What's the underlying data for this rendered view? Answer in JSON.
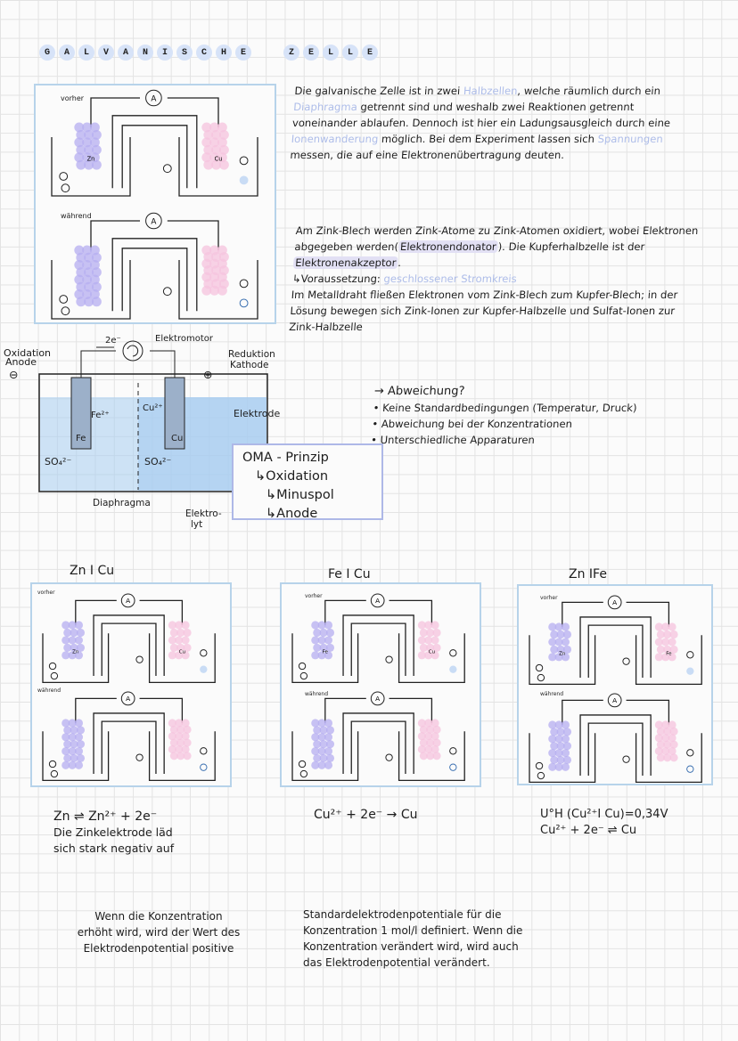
{
  "title": {
    "letters": [
      "G",
      "A",
      "L",
      "V",
      "A",
      "N",
      "I",
      "S",
      "C",
      "H",
      "E"
    ],
    "letters2": [
      "Z",
      "E",
      "L",
      "L",
      "E"
    ]
  },
  "intro": {
    "p1_a": "Die galvanische Zelle ist in zwei ",
    "p1_hl1": "Halbzellen",
    "p1_b": ", welche räumlich durch ein ",
    "p1_hl2": "Diaphragma",
    "p1_c": " getrennt sind und weshalb zwei Reaktionen getrennt voneinander ablaufen. Dennoch ist hier ein Ladungsausgleich durch eine ",
    "p1_hl3": "Ionenwanderung",
    "p1_d": " möglich. Bei dem Experiment lassen sich ",
    "p1_hl4": "Spannungen",
    "p1_e": " messen, die auf eine Elektronenübertragung deuten."
  },
  "zinc": {
    "a": "Am Zink-Blech werden Zink-Atome zu Zink-Atomen oxidiert, wobei Elektronen abgegeben werden(",
    "donor": "Elektronendonator",
    "b": "). Die Kupferhalbzelle ist der ",
    "acceptor": "Elektronenakzeptor",
    "c": ".",
    "req": "↳Voraussetzung: ",
    "req_hl": "geschlossener Stromkreis",
    "d": "Im Metalldraht fließen Elektronen vom Zink-Blech zum Kupfer-Blech; in der Lösung bewegen sich Zink-Ionen zur Kupfer-Halbzelle und Sulfat-Ionen zur Zink-Halbzelle"
  },
  "deviation": {
    "heading": "→ Abweichung?",
    "items": [
      "Keine Standardbedingungen (Temperatur, Druck)",
      "Abweichung bei der Konzentrationen",
      "Unterschiedliche Apparaturen"
    ]
  },
  "big_diagram": {
    "vorher": "vorher",
    "waehrend": "während",
    "meter": "A",
    "zn": "Zn",
    "cu": "Cu",
    "oxidation": "Oxidation",
    "anode": "Anode",
    "minus": "⊖",
    "e_label": "2e⁻",
    "motor": "Elektromotor",
    "reduktion": "Reduktion",
    "kathode": "Kathode",
    "plus": "⊕",
    "elektrode": "Elektrode",
    "fe": "Fe",
    "fe_ion": "Fe²⁺",
    "cu_ion": "Cu²⁺",
    "cu2": "Cu",
    "so4a": "SO₄²⁻",
    "so4b": "SO₄²⁻",
    "diaphragma": "Diaphragma",
    "elektrolyt1": "Elektro-",
    "elektrolyt2": "lyt"
  },
  "oma": {
    "title": "OMA - Prinzip",
    "l1": "↳Oxidation",
    "l2": "↳Minuspol",
    "l3": "↳Anode"
  },
  "cells": [
    {
      "heading": "Zn  I Cu",
      "left": "Zn",
      "right": "Cu",
      "vorher": "vorher",
      "waehrend": "während",
      "meter": "A"
    },
    {
      "heading": "Fe I Cu",
      "left": "Fe",
      "right": "Cu",
      "vorher": "vorher",
      "waehrend": "während",
      "meter": "A"
    },
    {
      "heading": "Zn IFe",
      "left": "Zn",
      "right": "Fe",
      "vorher": "vorher",
      "waehrend": "während",
      "meter": "A"
    }
  ],
  "eq1": {
    "l1": "Zn ⇌ Zn²⁺ + 2e⁻",
    "l2": "Die Zinkelektrode läd",
    "l3": "sich stark negativ auf"
  },
  "eq2": {
    "l1": "Cu²⁺ + 2e⁻ → Cu"
  },
  "eq3": {
    "l1": "U°H (Cu²⁺I Cu)=0,34V",
    "l2": "Cu²⁺ + 2e⁻ ⇌ Cu"
  },
  "note1": {
    "l1": "Wenn die Konzentration",
    "l2": "erhöht wird, wird der Wert des",
    "l3": "Elektrodenpotential positive"
  },
  "note2": {
    "l1": "Standardelektrodenpotentiale für die",
    "l2": "Konzentration 1 mol/l definiert. Wenn die",
    "l3": "Konzentration verändert wird, wird auch",
    "l4": "das Elektrodenpotential verändert."
  },
  "colors": {
    "blue_box": "#b7d3ea",
    "violet": "#b6aef0",
    "pink": "#f5c3dd",
    "light_blue": "#c9dcf5",
    "solution": "#a8cdf0"
  }
}
